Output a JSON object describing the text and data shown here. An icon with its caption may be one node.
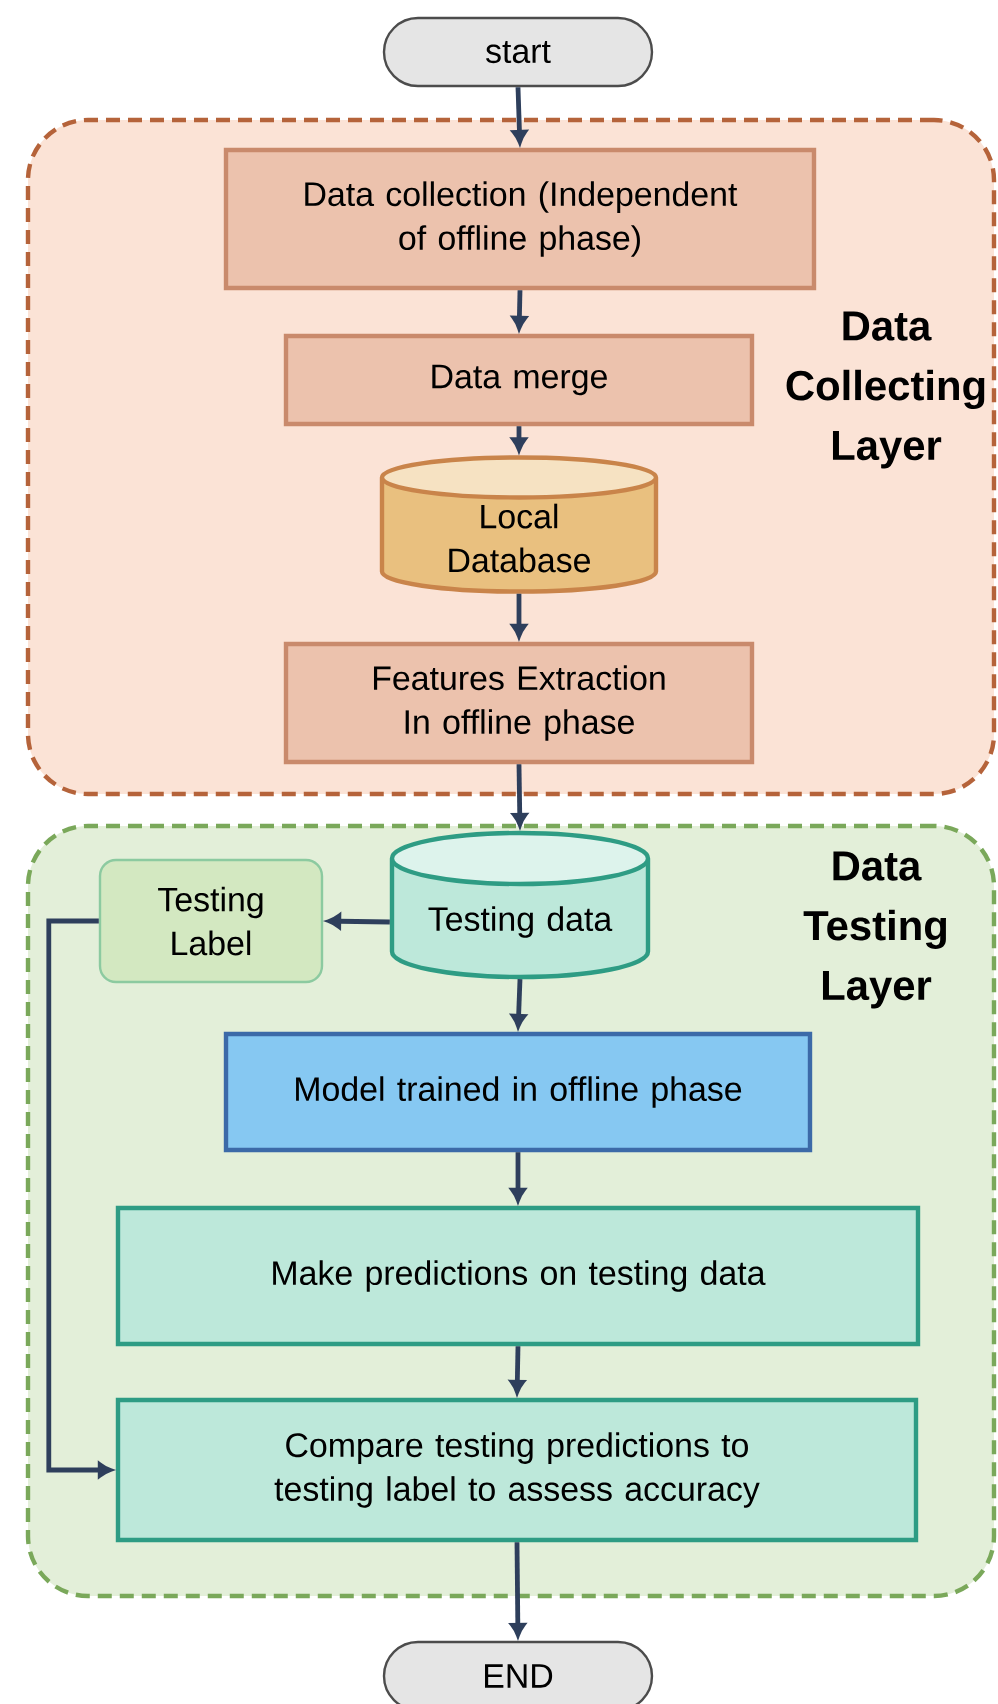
{
  "diagram": {
    "nodes": [
      {
        "text": [
          "start"
        ]
      },
      {
        "text": [
          "Data Collecting Layer"
        ]
      },
      {
        "text": [
          "Data collection (Independent of offline phase)"
        ],
        "in": 1
      },
      {
        "text": [
          "Data merge"
        ],
        "in": 1
      },
      {
        "text": [
          "Local Database"
        ],
        "in": 1
      },
      {
        "text": [
          "Features Extraction In offline phase"
        ],
        "in": 1
      },
      {
        "text": [
          "Data Testing Layer"
        ]
      },
      {
        "text": [
          "Testing Label"
        ],
        "in": 6
      },
      {
        "text": [
          "Testing data"
        ],
        "in": 6
      },
      {
        "text": [
          "Model trained in offline phase"
        ],
        "in": 6
      },
      {
        "text": [
          "Make predictions on testing data"
        ],
        "in": 6
      },
      {
        "text": [
          "Compare testing predictions to testing label to assess accuracy"
        ],
        "in": 6
      },
      {
        "text": [
          "END"
        ]
      }
    ],
    "edges": [
      {
        "from": 0,
        "to": 2,
        "arrow": "to"
      },
      {
        "from": 2,
        "to": 3,
        "arrow": "to"
      },
      {
        "from": 3,
        "to": 4,
        "arrow": "to"
      },
      {
        "from": 4,
        "to": 5,
        "arrow": "to"
      },
      {
        "from": 5,
        "to": 8,
        "arrow": "to"
      },
      {
        "from": 8,
        "to": 7,
        "arrow": "to"
      },
      {
        "from": 8,
        "to": 9,
        "arrow": "to"
      },
      {
        "from": 9,
        "to": 10,
        "arrow": "to"
      },
      {
        "from": 10,
        "to": 11,
        "arrow": "to"
      },
      {
        "from": 7,
        "to": 11,
        "arrow": "to"
      },
      {
        "from": 11,
        "to": 12,
        "arrow": "to"
      }
    ]
  }
}
